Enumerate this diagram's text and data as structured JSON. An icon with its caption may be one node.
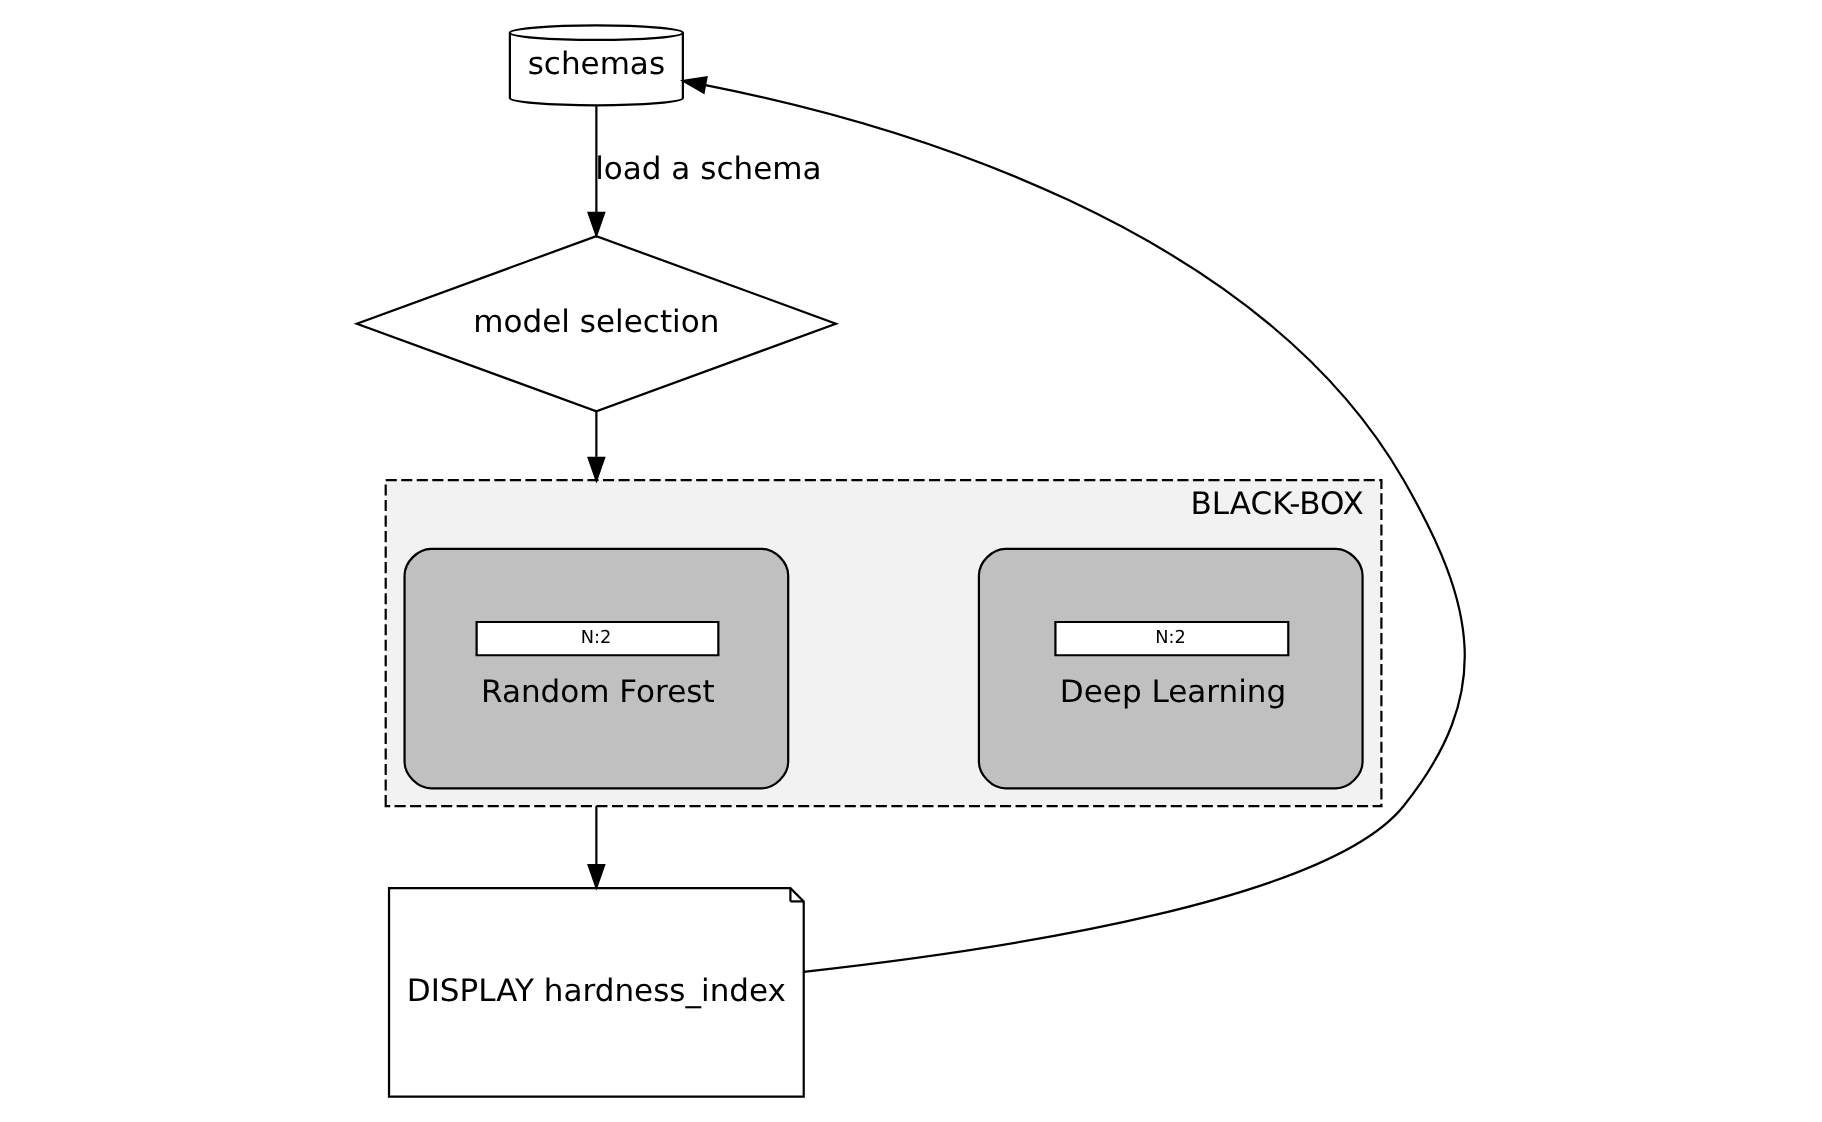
{
  "diagram": {
    "nodes": [
      {
        "text": [
          "schemas"
        ]
      },
      {
        "text": [
          "model selection"
        ]
      },
      {
        "text": [
          "BLACK-BOX"
        ]
      },
      {
        "text": [
          "N:2",
          "Random Forest"
        ],
        "in": 2
      },
      {
        "text": [
          "N:2",
          "Deep Learning"
        ],
        "in": 2
      },
      {
        "text": [
          "DISPLAY hardness_index"
        ]
      }
    ],
    "edges": [
      {
        "from": 0,
        "to": 1,
        "arrow": "to",
        "label": "load a schema"
      },
      {
        "from": 1,
        "to": 2,
        "arrow": "to"
      },
      {
        "from": 2,
        "to": 5,
        "arrow": "to"
      },
      {
        "from": 5,
        "to": 0,
        "arrow": "to"
      }
    ]
  }
}
